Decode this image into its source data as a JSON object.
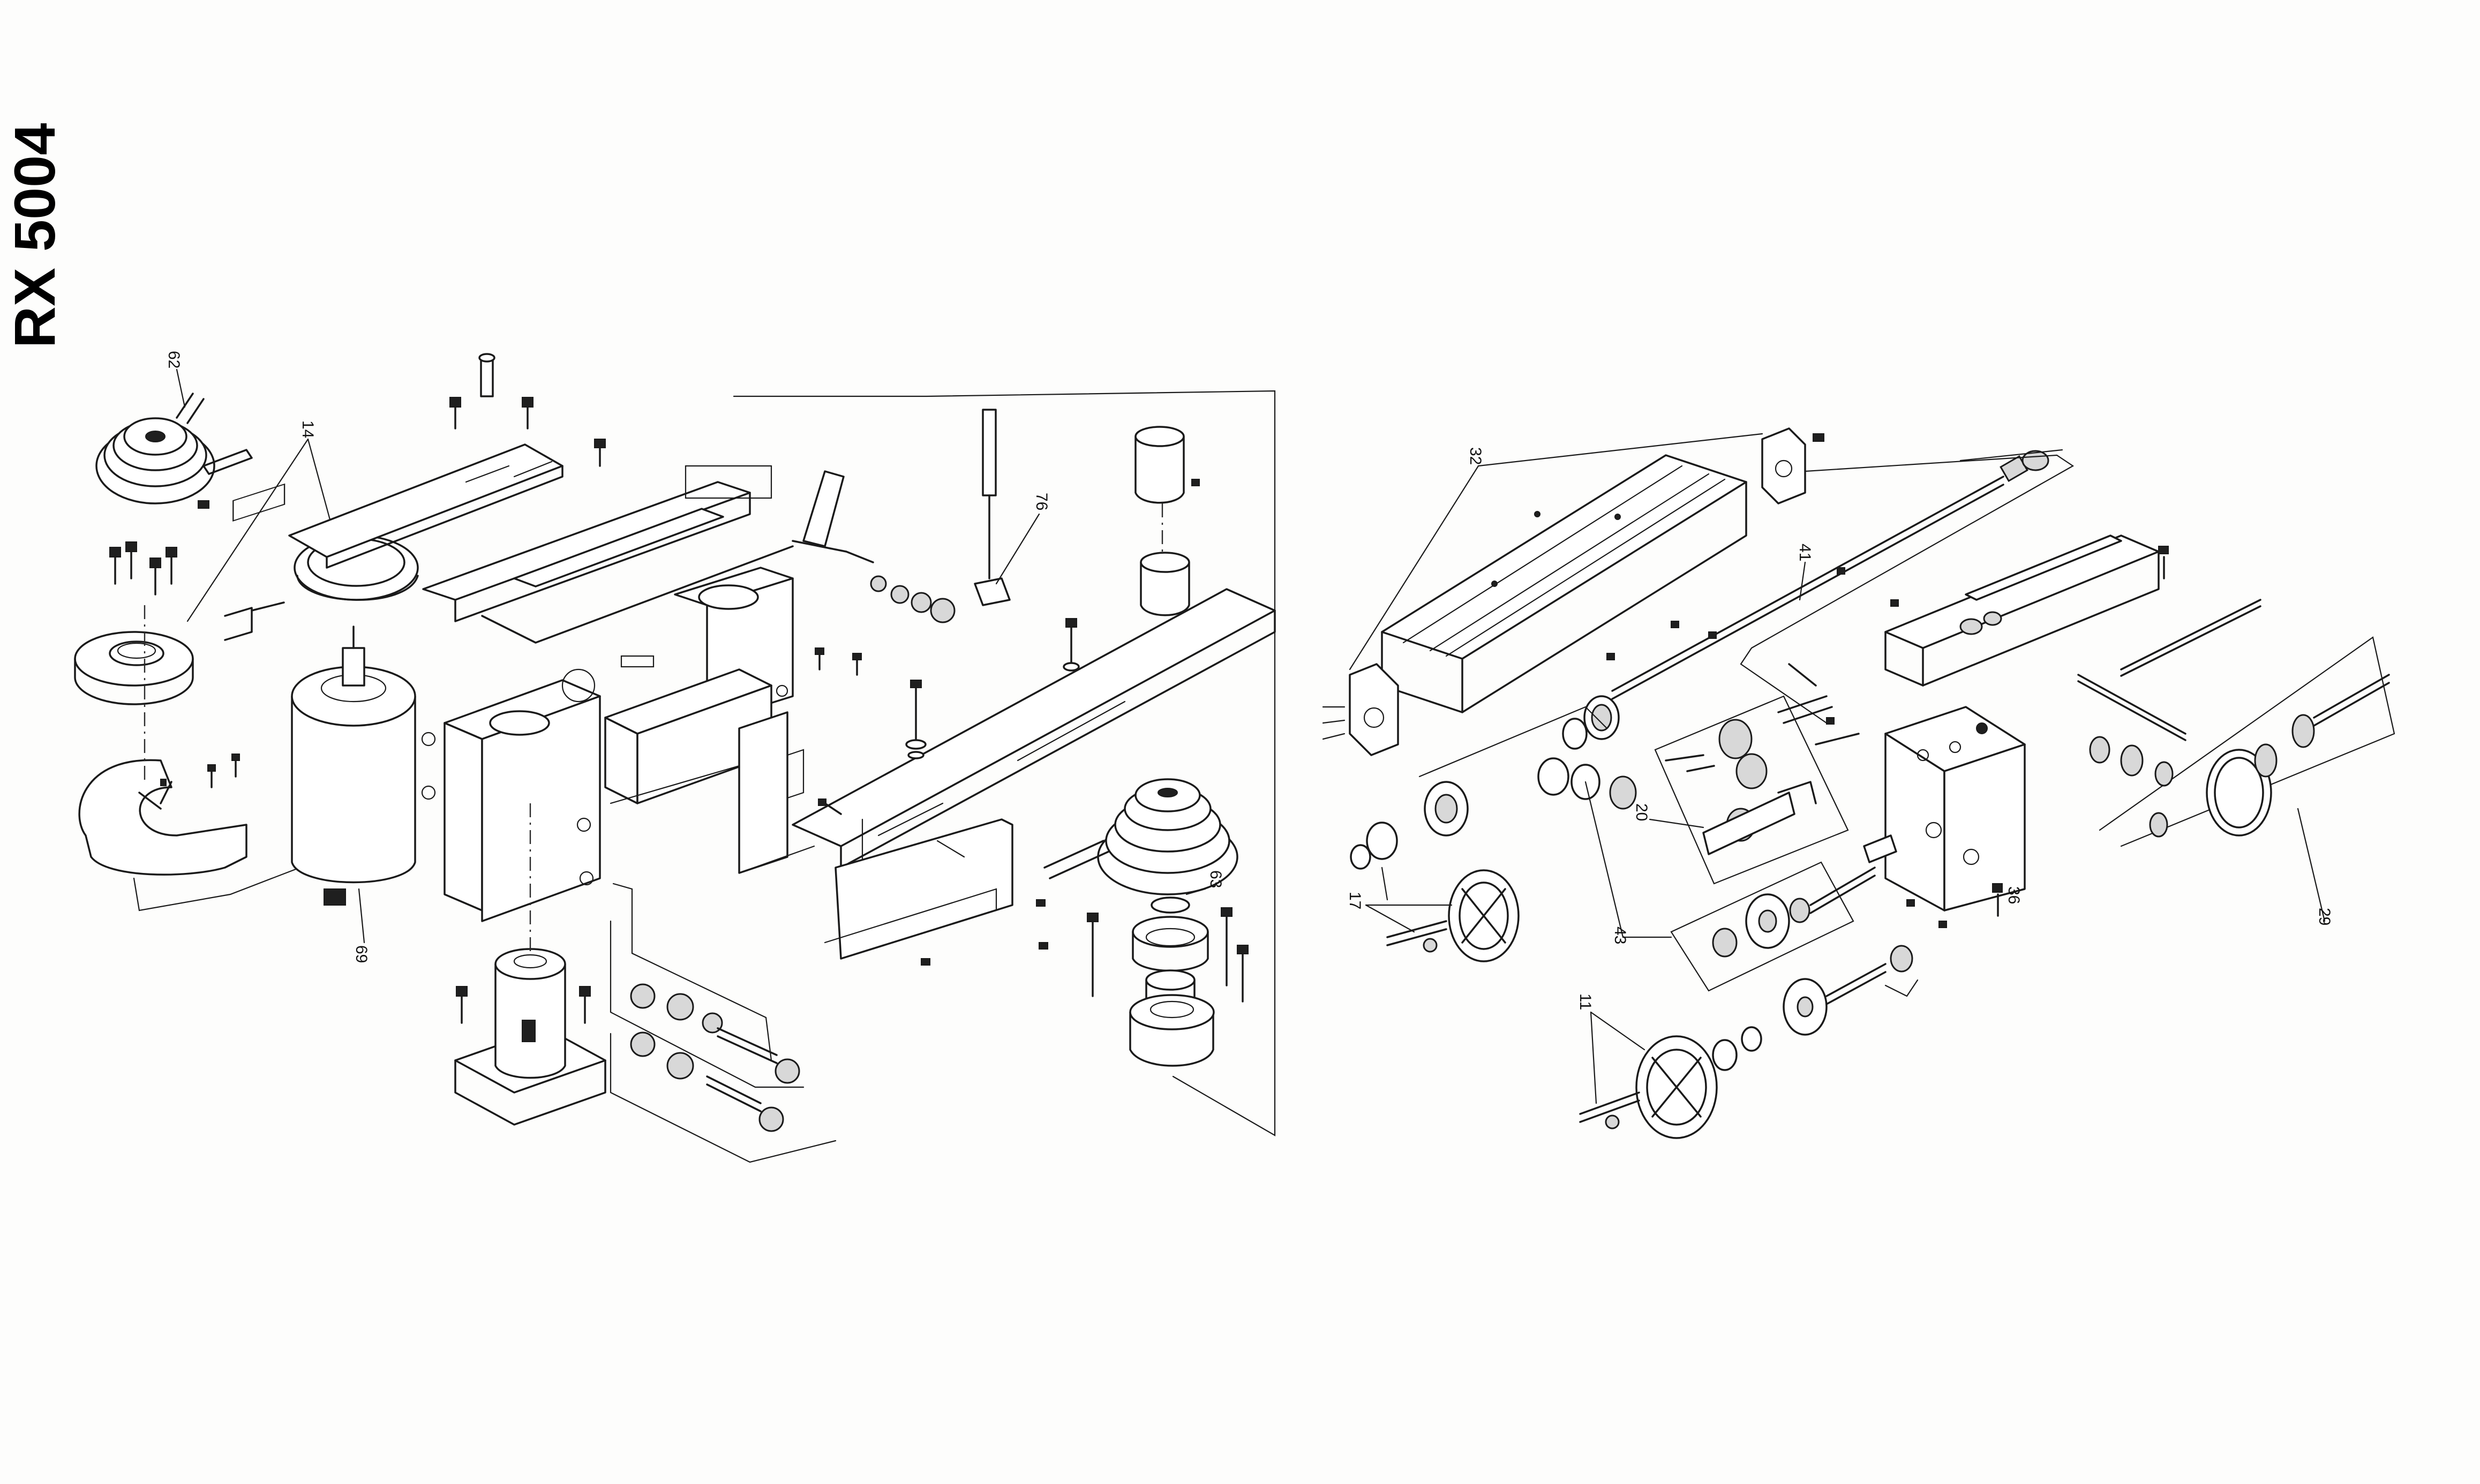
{
  "document": {
    "model_title": "RX 5004"
  },
  "callouts": {
    "c62": "62",
    "c14": "14",
    "c69": "69",
    "c76": "76",
    "c63": "63",
    "c32": "32",
    "c41": "41",
    "c20": "20",
    "c17": "17",
    "c43": "43",
    "c11": "11",
    "c29": "29",
    "c36": "36"
  },
  "colors": {
    "ink": "#1a1a1a",
    "paper": "#fdfdfc"
  }
}
